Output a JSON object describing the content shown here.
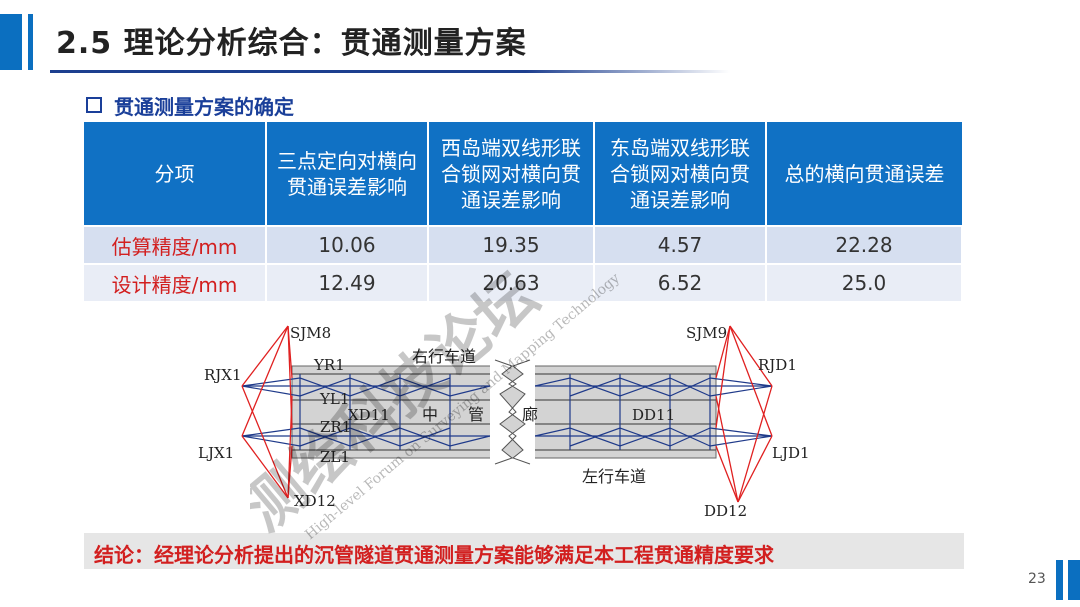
{
  "header": {
    "title": "2.5 理论分析综合：贯通测量方案"
  },
  "section": {
    "subtitle": "贯通测量方案的确定"
  },
  "table": {
    "headers": [
      [
        "分项"
      ],
      [
        "三点定向对横向",
        "贯通误差影响"
      ],
      [
        "西岛端双线形联",
        "合锁网对横向贯",
        "通误差影响"
      ],
      [
        "东岛端双线形联",
        "合锁网对横向贯",
        "通误差影响"
      ],
      [
        "总的横向贯通误差"
      ]
    ],
    "rows": [
      {
        "label_red": "估算",
        "label_rest": "精度/mm",
        "values": [
          "10.06",
          "19.35",
          "4.57",
          "22.28"
        ]
      },
      {
        "label_red": "设计",
        "label_rest": "精度/mm",
        "values": [
          "12.49",
          "20.63",
          "6.52",
          "25.0"
        ]
      }
    ]
  },
  "diagram": {
    "labels": {
      "sjm8": "SJM8",
      "sjm9": "SJM9",
      "rjx1": "RJX1",
      "ljx1": "LJX1",
      "rjd1": "RJD1",
      "ljd1": "LJD1",
      "yr1": "YR1",
      "yl1": "YL1",
      "zr1": "ZR1",
      "zl1": "ZL1",
      "xd11": "XD11",
      "xd12": "XD12",
      "dd11": "DD11",
      "dd12": "DD12",
      "right_lane": "右行车道",
      "left_lane": "左行车道",
      "mid_1": "中",
      "mid_2": "管",
      "mid_3": "廊"
    }
  },
  "conclusion": {
    "text": "结论：经理论分析提出的沉管隧道贯通测量方案能够满足本工程贯通精度要求"
  },
  "footer": {
    "page_number": "23"
  },
  "watermark": {
    "chars": "测绘科技论坛",
    "english": "High-level Forum on Surveying and Mapping Technology"
  },
  "colors": {
    "accent_blue": "#1071c4",
    "highlight_red": "#d21f1f",
    "line_red": "#e02020",
    "line_blue": "#1f3a8a"
  }
}
